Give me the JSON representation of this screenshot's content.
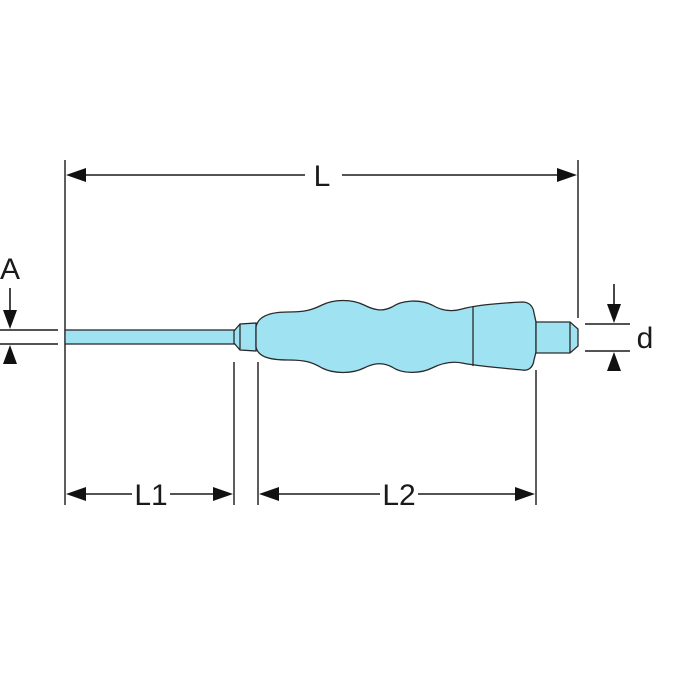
{
  "colors": {
    "tool_fill": "#9fe3f2",
    "outline": "#2a2a2a",
    "dimension": "#1a1a1a"
  },
  "dimensions": {
    "overall_length": "L",
    "blade_length": "L1",
    "handle_length": "L2",
    "tip_width": "A",
    "end_diameter": "d"
  }
}
